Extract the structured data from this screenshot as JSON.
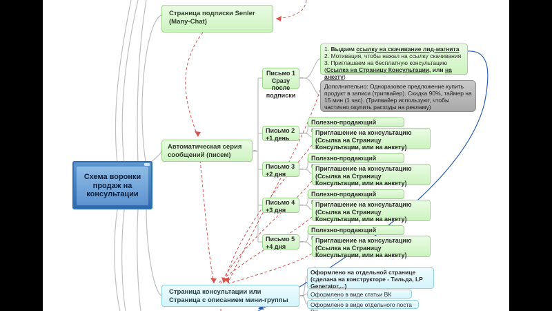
{
  "root": {
    "label": "Схема воронки продаж на консультации"
  },
  "nodes": {
    "subscription": "Страница подписки Senler (Many-Chat)",
    "auto_series": "Автоматическая серия сообщений (писем)",
    "consult_page": "Страница консультации или Страница с описанием мини-группы"
  },
  "letters": [
    {
      "title": "Письмо 1",
      "sub": "Сразу после подписки"
    },
    {
      "title": "Письмо 2",
      "sub": "+1 день"
    },
    {
      "title": "Письмо 3",
      "sub": "+2 дня"
    },
    {
      "title": "Письмо 4",
      "sub": "+3 дня"
    },
    {
      "title": "Письмо 5",
      "sub": "+4 дня"
    }
  ],
  "letter1": {
    "line1_prefix": "1. ",
    "line1_bold": "Выдаем ",
    "line1_link": "ссылку на скачивание лид-магнита",
    "line2": "2. Мотивация, чтобы нажал на ссылку скачивания",
    "line3": "3. Приглашаем на бесплатную консультацию",
    "line4_open": "(",
    "line4_link": "Ссылка на Страницу Консультации",
    "line4_mid": ", или ",
    "line4_link2": "на анкету",
    "line4_close": ")",
    "extra": "Дополнительно: Одноразовое предложение купить продукт в записи (трипвайер). Скидка 90%, таймер на 15 мин (1 час). (Трипвайер используют, чтобы частично окупить расходы на рекламу)"
  },
  "content_label": "Полезно-продающий контент",
  "invite_label": "Приглашение на консультацию (Ссылка на Страницу Консультации, или на анкету)",
  "page_options": [
    "Оформлено на отдельной странице (сделана на конструкторе - Тильда, LP Generator,...)",
    "Оформлено в виде статьи ВК (лонгрида)",
    "Оформлено в виде отдельного поста ВК"
  ],
  "collapse_symbol": "–",
  "colors": {
    "dashed_link": "#d9534f",
    "blue_link": "#2a5db0",
    "gray_link": "#bbbbbb"
  }
}
